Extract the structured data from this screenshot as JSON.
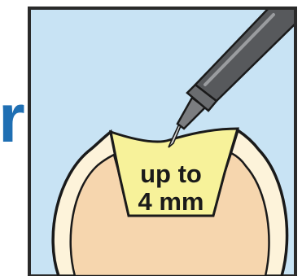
{
  "side_text": {
    "visible_letter": "r",
    "color": "#1f6fb3"
  },
  "diagram": {
    "label_line_1": "up to",
    "label_line_2": "4 mm",
    "colors": {
      "background_panel": "#c8e3f4",
      "panel_border": "#2a2a2a",
      "enamel": "#fdf3da",
      "dentin": "#f6d6ae",
      "cavity_fill": "#f7f29a",
      "instrument_body": "#57595c",
      "instrument_tip": "#7b7d80",
      "outline": "#1a1a1a"
    },
    "icons": [
      "tooth-icon",
      "dental-instrument-icon"
    ]
  }
}
